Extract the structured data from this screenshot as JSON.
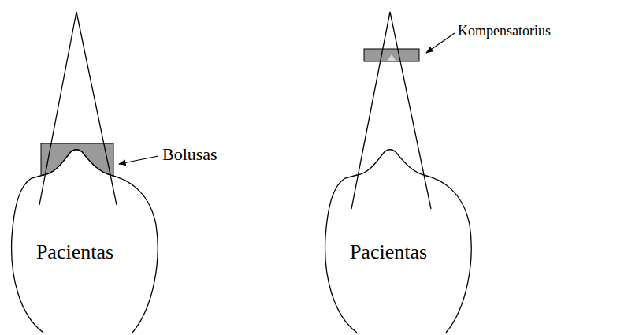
{
  "diagram": {
    "nodes": [
      {
        "text": [
          "Pacientas"
        ]
      },
      {
        "text": [
          "Pacientas"
        ]
      }
    ],
    "labels": [
      "Bolusas",
      "Kompensatorius"
    ]
  }
}
